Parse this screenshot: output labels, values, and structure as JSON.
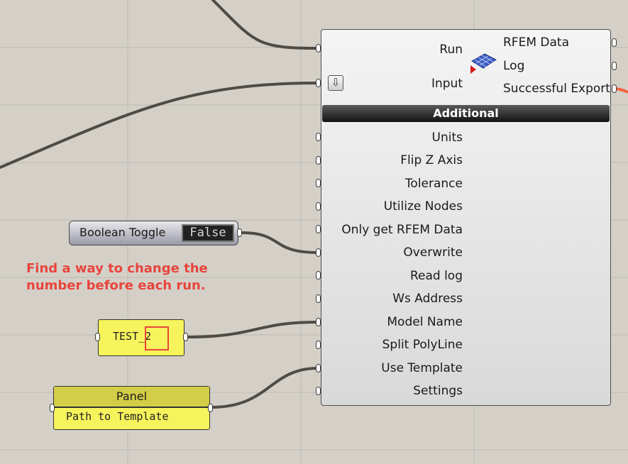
{
  "component": {
    "inputs": {
      "run": "Run",
      "input": "Input",
      "units": "Units",
      "flip_z_axis": "Flip Z Axis",
      "tolerance": "Tolerance",
      "utilize_nodes": "Utilize Nodes",
      "only_get_rfem_data": "Only get RFEM Data",
      "overwrite": "Overwrite",
      "read_log": "Read log",
      "ws_address": "Ws Address",
      "model_name": "Model Name",
      "split_polyline": "Split PolyLine",
      "use_template": "Use Template",
      "settings": "Settings"
    },
    "outputs": {
      "rfem_data": "RFEM Data",
      "log": "Log",
      "successful_export": "Successful Export"
    },
    "section_label": "Additional"
  },
  "boolean_toggle": {
    "label": "Boolean Toggle",
    "value": "False"
  },
  "annotation": {
    "text": "Find a way to change the number before each run."
  },
  "panel_model_name": {
    "text": "TEST_2"
  },
  "panel_template": {
    "header": "Panel",
    "text": "Path to Template"
  },
  "colors": {
    "canvas": "#d4d0c8",
    "grid": "#b9b6b0",
    "wire": "#4f4b45",
    "wire_active": "#f0643c",
    "annotation": "#e8453c",
    "panel": "#f7f35c"
  }
}
